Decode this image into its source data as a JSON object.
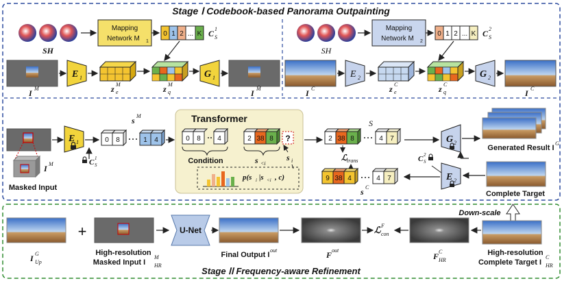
{
  "stage1": {
    "title": "Stage Ⅰ  Codebook-based Panorama Outpainting",
    "left": {
      "sh": "SH",
      "mapping_line1": "Mapping",
      "mapping_line2": "Network M",
      "mapping_sub": "1",
      "codes": [
        "0",
        "1",
        "2",
        "...",
        "K"
      ],
      "codebook_label": "C",
      "codebook_sub": "S",
      "codebook_sup": "1",
      "input_label": "I",
      "input_sup": "M",
      "encoder": "E",
      "encoder_sub": "1",
      "ze_label": "z",
      "ze_sub": "e",
      "ze_sup": "M",
      "zq_label": "z",
      "zq_sub": "q",
      "zq_sup": "M",
      "decoder": "G",
      "decoder_sub": "1",
      "output_label": "I",
      "output_sup": "M̂"
    },
    "right": {
      "sh": "SH",
      "mapping_line1": "Mapping",
      "mapping_line2": "Network M",
      "mapping_sub": "2",
      "codes": [
        "0",
        "1",
        "2",
        "...",
        "K"
      ],
      "codebook_label": "C",
      "codebook_sub": "S",
      "codebook_sup": "2",
      "input_label": "I",
      "input_sup": "C",
      "encoder": "E",
      "encoder_sub": "2",
      "ze_label": "z",
      "ze_sub": "e",
      "ze_sup": "C",
      "zq_label": "z",
      "zq_sub": "q",
      "zq_sup": "C",
      "decoder": "G",
      "decoder_sub": "2",
      "output_label": "I",
      "output_sup": "C"
    }
  },
  "middle": {
    "masked_input": "Masked Input",
    "im_label": "I",
    "im_sup": "M",
    "encoder": "E",
    "encoder_sub": "1",
    "cs1": "C",
    "cs1_sub": "S",
    "cs1_sup": "1",
    "sm_label": "s",
    "sm_sup": "M",
    "sm_tokens": [
      "0",
      "8",
      "1",
      "4"
    ],
    "transformer_title": "Transformer",
    "condition_tokens": [
      "0",
      "8",
      "4"
    ],
    "condition_label": "Condition",
    "s_lt_tokens": [
      "2",
      "38",
      "8",
      "?"
    ],
    "s_lt_label": "s",
    "s_lt_sub": "<i",
    "si_label": "s",
    "si_sub": "i",
    "prob_label": "p(s",
    "prob_sub": "i",
    "prob_rest": "|s",
    "prob_rest_sub": "<i",
    "prob_end": ", c)",
    "s_tokens": [
      "2",
      "38",
      "8",
      "4",
      "7"
    ],
    "s_label": "S",
    "loss_label": "ℒ",
    "loss_sub": "trans",
    "sc_tokens": [
      "9",
      "38",
      "4",
      "4",
      "7"
    ],
    "sc_label": "s",
    "sc_sup": "C",
    "cs2": "C",
    "cs2_sub": "S",
    "cs2_sup": "2",
    "generator": "G",
    "generator_sub": "2",
    "encoder2": "E",
    "encoder2_sub": "2",
    "generated_label": "Generated Result I",
    "generated_sup": "G",
    "complete_target": "Complete Target",
    "down_scale": "Down-scale"
  },
  "stage2": {
    "title": "Stage ⅠⅠ  Frequency-aware Refinement",
    "iup_label": "I",
    "iup_sub": "Up",
    "iup_sup": "G",
    "plus": "+",
    "hr_masked_line1": "High-resolution",
    "hr_masked_line2": "Masked Input  I",
    "hr_masked_sub": "HR",
    "hr_masked_sup": "M",
    "unet": "U-Net",
    "final_output": "Final Output I",
    "final_sup": "out",
    "fout_label": "F",
    "fout_sup": "out",
    "loss_label": "ℒ",
    "loss_sub": "con",
    "loss_sup": "F",
    "fhr_label": "F",
    "fhr_sub": "HR",
    "fhr_sup": "C",
    "hr_target_line1": "High-resolution",
    "hr_target_line2": "Complete Target  I",
    "hr_target_sub": "HR",
    "hr_target_sup": "C"
  },
  "colors": {
    "stage_border": "#2b4a9e",
    "stage2_border": "#2e8b2e",
    "mapping1": "#f5e06a",
    "mapping2": "#c9d6ee",
    "encoder": "#f2d43c",
    "encoder2": "#c6d3ec",
    "token_yellow": "#f4c430",
    "token_orange": "#e8671e",
    "token_green": "#6ab04c",
    "token_blue": "#9ec3ea",
    "transformer_bg": "#f6f1cf"
  }
}
